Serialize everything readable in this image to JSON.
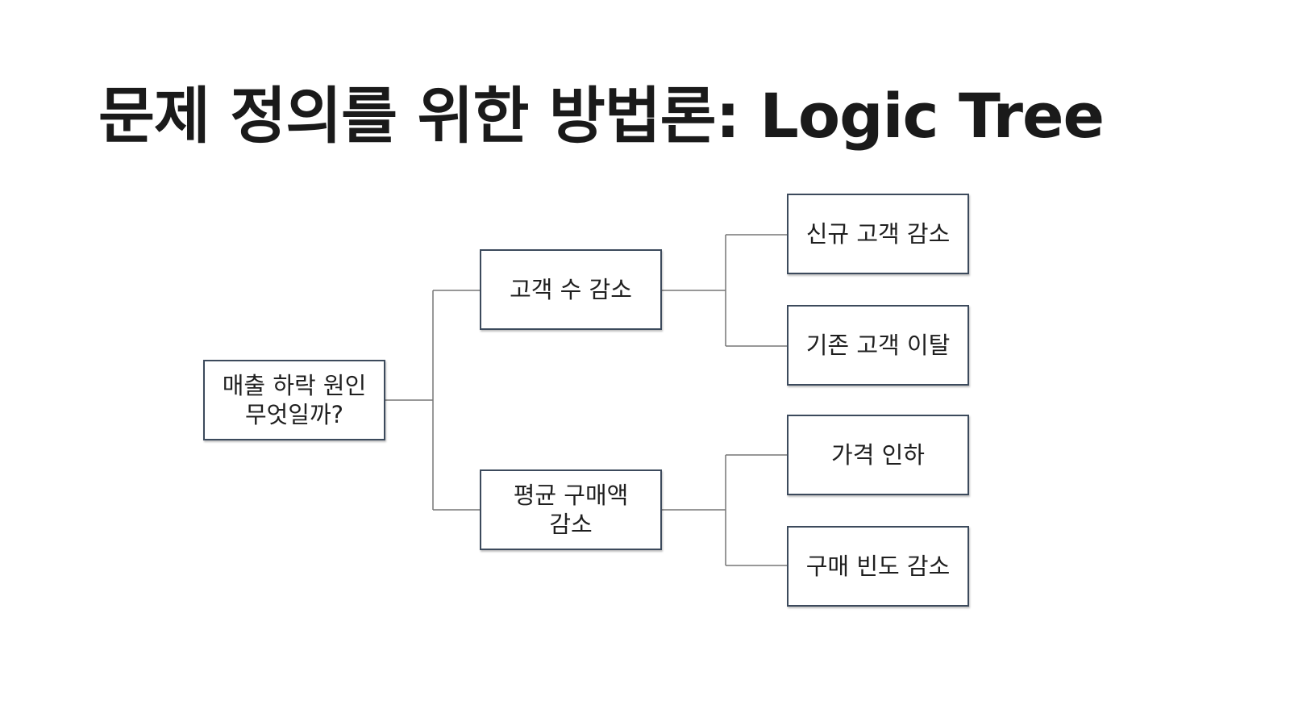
{
  "slide": {
    "title": "문제 정의를 위한 방법론: Logic Tree"
  },
  "tree": {
    "root": "매출 하락 원인\n무엇일까?",
    "branches": [
      {
        "label": "고객 수 감소",
        "leaves": [
          "신규 고객 감소",
          "기존 고객 이탈"
        ]
      },
      {
        "label": "평균 구매액\n감소",
        "leaves": [
          "가격 인하",
          "구매 빈도 감소"
        ]
      }
    ]
  }
}
